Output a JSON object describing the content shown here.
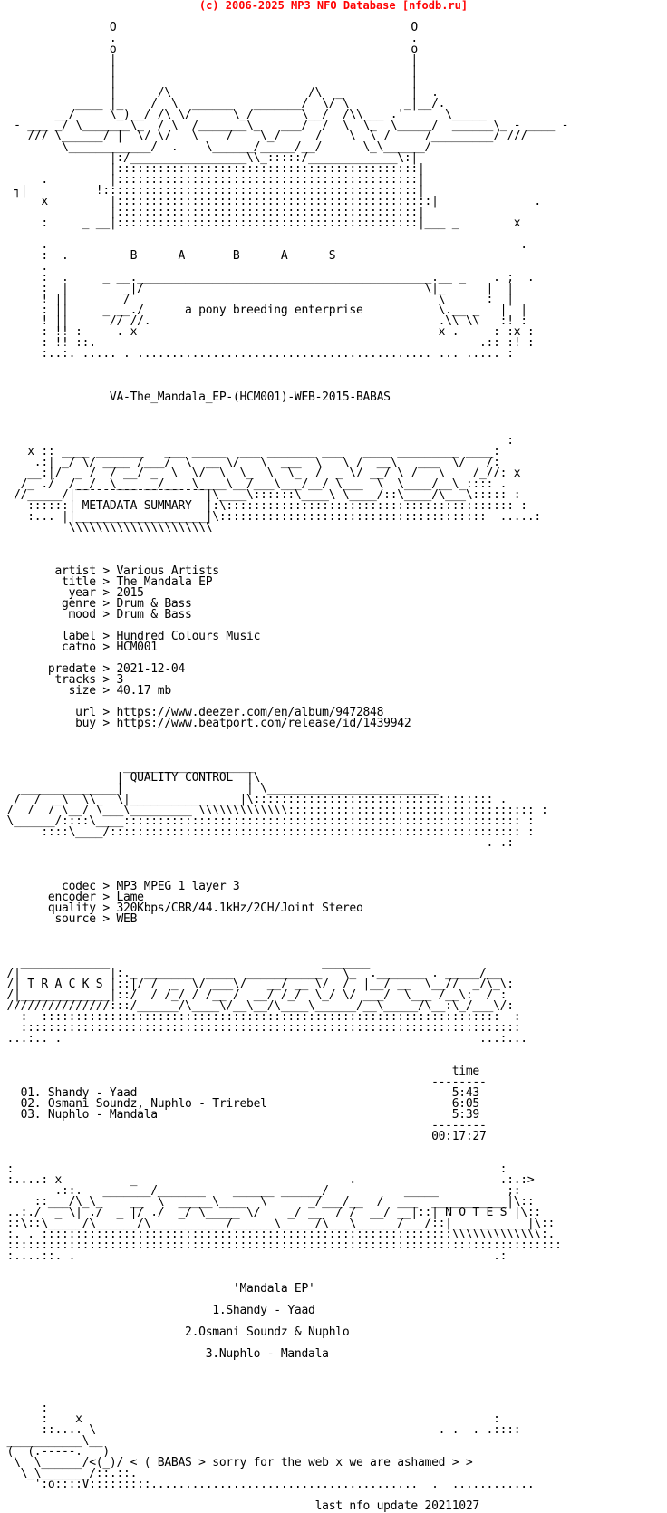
{
  "header": "(c) 2006-2025 MP3 NFO Database [nfodb.ru]",
  "nfo_lines": [
    "",
    "                O                                           O",
    "                .                                           .",
    "                o                                           o",
    "                |                                           |",
    "                |                                           |",
    "                |                                           |",
    "                |      /\\                    /\\  _          |  .",
    "           ____ |_    /  \\  ______   _______/  \\/ \\        _|__/.",
    "        __/     \\_)__/ /\\ \\/      \\_/       \\__/  /\\\\___ .'      \\_____",
    "  - ___ _/ \\_______\\_  / \\  /_______\\_   ___/  /  \\  \\_  \\_____/  ______\\_ - ____ -",
    "    /// \\______/ |  \\/ \\/   \\    /    \\_/     /    \\  \\ /     /_________/ ///",
    "         \\____________/  .    \\______/_____/__/      \\_\\______/",
    "                |:/_________________\\\\_:::::/_____________\\:|",
    "                |::::::::::::::::::::::::::::::::::::::::::::|",
    "      .         |::::::::::::::::::::::::::::::::::::::::::::|",
    "  ┐|          !::::::::::::::::::::::::::::::::::::::::::::::|",
    "      x         |::::::::::::::::::::::::::::::::::::::::::::::|              .",
    "                |::::::::::::::::::::::::::::::::::::::::::::|",
    "      :     _ __|::::::::::::::::::::::::::::::::::::::::::::|___ _        x",
    "",
    "      .                                                                     .",
    "      :  .         B      A       B      A      S",
    "      .",
    "      :  .     _ __.___________________________________________.__ _    . ;  .",
    "      :  |        _|/                                         \\|_      |  |",
    "      ! ||        /                                             \\      :  |",
    "      : ||     _ __./      a pony breeding enterprise           \\.__ _   |  |",
    "      ! ||      // //.                                          .\\\\ \\\\   :! :",
    "      : !! :     . x                                            x .     : :x :",
    "      : !! ::.                                                        .:: :! :",
    "      :..:. ..... . ........................................... ... ..... :",
    "",
    "",
    "",
    "                VA-The_Mandala_EP-(HCM001)-WEB-2015-BABAS",
    "",
    "",
    "",
    "                                                                          :",
    "    x :: ____ _______   ___ _____  ___ _______ ___   ____ _________ ____:",
    "     .:| _/ \\/ ____ /___/  \\  __ \\/   \\  ___  \\   \\ /  __\\   ___  \\/   /:",
    "    __:|/  _ /  / __/ _  \\  \\/  \\  \\_  \\  \\_  /  _ \\/ __/ \\ /   \\    /_//: x",
    "   /_ ./  /__/  \\___ __/__  \\____\\__/___\\___/__/ \\___  \\  \\____/__\\_:::: .",
    "  //_____/|¯¯¯¯¯¯¯¯¯¯¯¯¯¯¯¯¯¯¯|\\____\\::::::\\____\\ \\____/::\\____/\\___\\::::: :",
    "    ::::::| METADATA SUMMARY  |:\\:::::::::::::::::::::::::::::::::::::::::: :",
    "    :... ||___________________|\\:::::::::::::::::::::::::::::::::::::::  .....:",
    "          \\\\\\\\\\\\\\\\\\\\\\\\\\\\\\\\\\\\\\\\\\",
    "",
    "",
    "",
    "        artist > Various Artists",
    "         title > The Mandala EP",
    "          year > 2015",
    "         genre > Drum & Bass",
    "          mood > Drum & Bass",
    "",
    "         label > Hundred Colours Music",
    "         catno > HCM001",
    "",
    "       predate > 2021-12-04",
    "        tracks > 3",
    "          size > 40.17 mb",
    "",
    "           url > https://www.deezer.com/en/album/9472848",
    "           buy > https://www.beatport.com/release/id/1439942",
    "",
    "",
    "",
    "                  ___________________",
    "                 | QUALITY CONTROL  |\\",
    "   ______________|                  | \\_________________________",
    "  /  /  _\\  \\\\_  \\|________________|\\::::::::::::::::::::::::::::::::::: .",
    " /  /  / \\__/ \\___\\_________ \\\\\\\\\\\\\\\\\\\\\\\\\\:::::::::::::::::::::::::::::::::::: :",
    " \\______/::::\\____:::::::::::::::::::::::::::::::::::::::::::::::::::::::::: :",
    "      ::::\\____/:::::::::::::::::::::::::::::::::::::::::::::::::::::::::::: :",
    "                                                                       . .:",
    "",
    "",
    "",
    "         codec > MP3 MPEG 1 layer 3",
    "       encoder > Lame",
    "       quality > 320Kbps/CBR/44.1kHz/2CH/Joint Stereo",
    "        source > WEB",
    "",
    "",
    "",
    "   _____________                               _______",
    " /|             |:._ _______  ____  ___________   \\_  ._______ . _____/__",
    " /| T R A C K S |::|/ /  _  \\/ ___\\/   __/ __ \\/  /  |__/ __  \\__//  _/\\_\\:",
    " /|_____________|::/  / /_/ / /__ /  __/ /_/  \\_/ \\/ ___/  \\___ /__\\:  / :",
    " ///////////////:::/______/\\____\\/__\\__/\\____\\______/__\\_____/\\__:\\_/___\\/:",
    "   :  :::::::::::::::::::::::::::::::::::::::::::::::::::::::::::::::::::  :",
    "   :::::::::::::::::::::::::::::::::::::::::::::::::::::::::::::::::::::::::",
    " ...:.. .                                                             ...:...",
    "",
    "",
    "                                                                  time",
    "                                                               --------",
    "   01. Shandy - Yaad                                              5:43",
    "   02. Osmani Soundz, Nuphlo - Trirebel                           6:05",
    "   03. Nuphlo - Mandala                                           5:39",
    "                                                               --------",
    "                                                               00:17:27",
    "",
    "",
    " :                                                                       :",
    " :....: x          _                               .                     .:.:>",
    "        .::.   _______/_______    ______ ______/           _____          ;:",
    "     ::___/\\_\\_    __  \\  _____\\____  \\      _/___/__  /  ___  ___________|\\::",
    " ..:./  _ \\| ./  _ |/ ./  _/ \\_____ \\/    _/ __  / /  __/ __|::| N O T E S |\\::",
    " ::\\::\\_____/\\______/\\___________/______\\_____/\\___\\______/___/::|___________|\\::",
    " :. . ::::::::::::::::::::::::::::::::::::::::::::::::::::::::::::\\\\\\\\\\\\\\\\\\\\\\\\\\:.",
    " :::::::::::::::::::::::::::::::::::::::::::::::::::::::::::::::::::::::::::::::::",
    " :....::. .                                                             .:",
    "",
    "",
    "                                  'Mandala EP'",
    "",
    "                               1.Shandy - Yaad",
    "",
    "                           2.Osmani Soundz & Nuphlo",
    "",
    "                              3.Nuphlo - Mandala",
    "",
    "",
    "",
    "",
    "      :",
    "      :    x                                                            :",
    "      ::.... \\                                                  . .  . .::::",
    " ___________\\__",
    " (  (.-----.   )",
    "  \\  \\______/<(_)/ < ( BABAS > sorry for the web x we are ashamed > >",
    "   \\_\\_______/::.::.",
    "     ':o::::V:::::::::.......................................  .  ............",
    "",
    "                                              last nfo update 20211027"
  ]
}
